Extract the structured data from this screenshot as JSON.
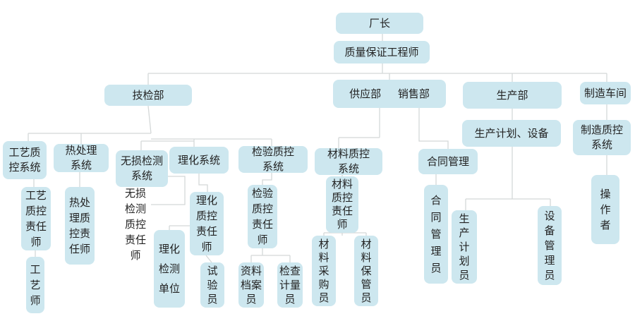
{
  "nodes": {
    "factory_director": "厂长",
    "qa_engineer": "质量保证工程师",
    "tech_inspection_dept": "技检部",
    "supply_sales_dept": "供应部     销售部",
    "production_dept": "生产部",
    "manufacturing_workshop": "制造车间",
    "process_qc_system": "工艺质\n控系统",
    "heat_treatment_system": "热处理\n系统",
    "ndt_system": "无损检测\n系统",
    "physchem_system": "理化系统",
    "inspection_qc_system": "检验质控\n系统",
    "material_qc_system": "材料质控\n系统",
    "contract_management": "合同管理",
    "production_plan_equipment": "生产计划、设备",
    "manufacturing_qc_system": "制造质控\n系统",
    "process_qc_engineer": "工艺\n质控\n责任\n师",
    "heat_treatment_qc_engineer": "热处\n理质\n控责\n任师",
    "ndt_qc_engineer": "无损\n检测\n质控\n责任\n师",
    "physchem_qc_engineer": "理化\n质控\n责任\n师",
    "inspection_qc_engineer": "检验\n质控\n责任\n师",
    "material_qc_engineer": "材料\n质控\n责任\n师",
    "contract_manager": "合\n同\n管\n理\n员",
    "production_planner": "生\n产\n计\n划\n员",
    "equipment_manager": "设\n备\n管\n理\n员",
    "operator": "操\n作\n者",
    "process_engineer": "工\n艺\n师",
    "physchem_test_unit": "理化\n检测\n单位",
    "tester": "试\n验\n员",
    "archivist": "资料\n档案\n员",
    "metrology_inspector": "检查\n计量\n员",
    "material_purchaser": "材\n料\n采\n购\n员",
    "material_keeper": "材\n料\n保\n管\n员"
  },
  "colors": {
    "node_fill": "#cde7ef",
    "connector": "#d4d8d8"
  }
}
